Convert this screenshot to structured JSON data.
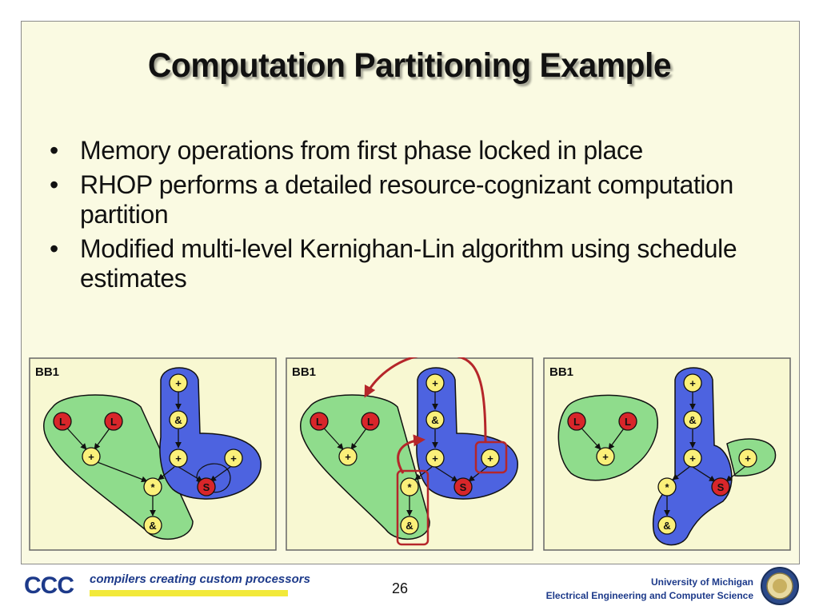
{
  "title": "Computation Partitioning Example",
  "bullets": [
    "Memory operations from first phase locked in place",
    "RHOP performs a detailed resource-cognizant computation partition",
    "Modified multi-level Kernighan-Lin algorithm using schedule estimates"
  ],
  "panels": [
    {
      "label": "BB1"
    },
    {
      "label": "BB1"
    },
    {
      "label": "BB1"
    }
  ],
  "nodes": {
    "load": "L",
    "add": "+",
    "and": "&",
    "mul": "*",
    "store": "S"
  },
  "colors": {
    "cluster_green": "#8fdc8c",
    "cluster_blue": "#4d63e0",
    "node_yellow": "#fbf07a",
    "node_red": "#d8262a",
    "highlight_red": "#b5262a",
    "panel_bg": "#f8f8d2"
  },
  "footer": {
    "logo_text": "CCC",
    "tagline": "compilers creating custom processors",
    "page_number": "26",
    "university": "University of Michigan",
    "department": "Electrical Engineering and Computer Science"
  }
}
